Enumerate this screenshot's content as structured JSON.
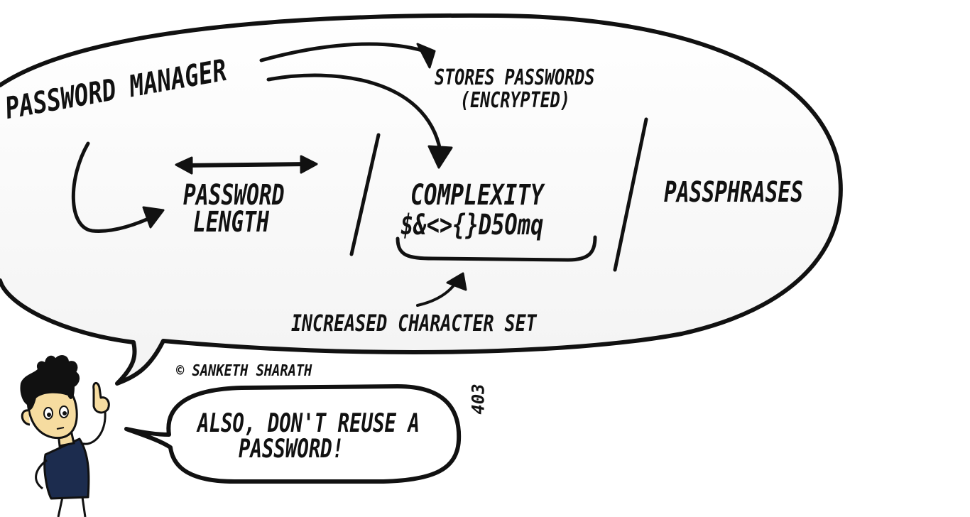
{
  "labels": {
    "password_manager": "PASSWORD MANAGER",
    "stores_line1": "STORES PASSWORDS",
    "stores_line2": "(ENCRYPTED)",
    "length_line1": "PASSWORD",
    "length_line2": "LENGTH",
    "complexity": "COMPLEXITY",
    "complexity_chars": "$&<>{}D5Omq",
    "passphrases": "PASSPHRASES",
    "increased_set": "INCREASED CHARACTER SET",
    "copyright": "© SANKETH SHARATH",
    "reuse_line1": "ALSO, DON'T REUSE A",
    "reuse_line2": "PASSWORD!",
    "number": "403"
  },
  "colors": {
    "ink": "#111111",
    "shirt": "#1c2c4e",
    "skin": "#f6dca0",
    "hair": "#111111"
  }
}
